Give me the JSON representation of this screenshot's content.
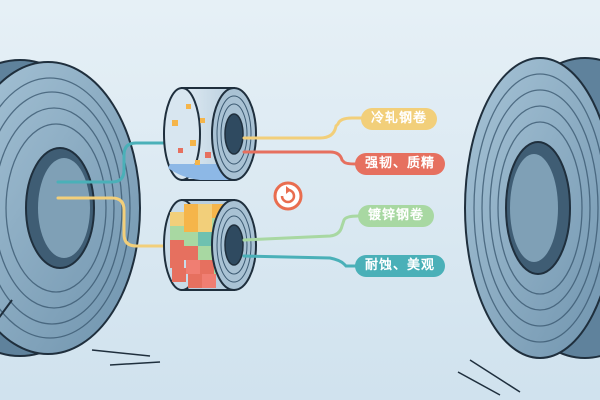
{
  "labels": {
    "cold_rolled": "冷轧钢卷",
    "strength": "强韧、质精",
    "galvanized": "镀锌钢卷",
    "corrosion": "耐蚀、美观"
  },
  "colors": {
    "background_top": "#e3eef5",
    "background_bottom": "#d3e4ef",
    "coil_blue": "#8fb1c8",
    "coil_dark": "#3c5a72",
    "outline": "#1f2f3d",
    "yellow": "#f2cf7a",
    "red": "#e6705f",
    "green": "#a8d8a2",
    "teal": "#4ab0b8",
    "orange_button": "#e96d4f"
  },
  "icons": {
    "center_button": "refresh-icon"
  }
}
